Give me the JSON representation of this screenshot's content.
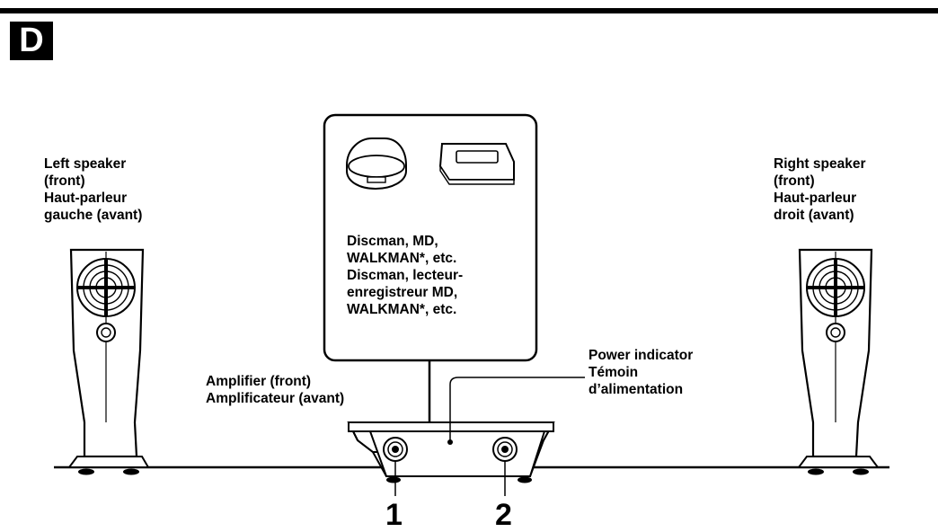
{
  "section_label": "D",
  "left_speaker": {
    "lines": [
      "Left speaker",
      "(front)",
      "Haut-parleur",
      "gauche (avant)"
    ]
  },
  "right_speaker": {
    "lines": [
      "Right speaker",
      "(front)",
      "Haut-parleur",
      "droit (avant)"
    ]
  },
  "source_devices": {
    "lines": [
      "Discman, MD,",
      "WALKMAN*, etc.",
      "Discman, lecteur-",
      "enregistreur MD,",
      "WALKMAN*, etc."
    ]
  },
  "amplifier": {
    "lines": [
      "Amplifier (front)",
      "Amplificateur (avant)"
    ]
  },
  "power_indicator": {
    "lines": [
      "Power indicator",
      "Témoin",
      "d’alimentation"
    ]
  },
  "callouts": [
    "1",
    "2"
  ]
}
